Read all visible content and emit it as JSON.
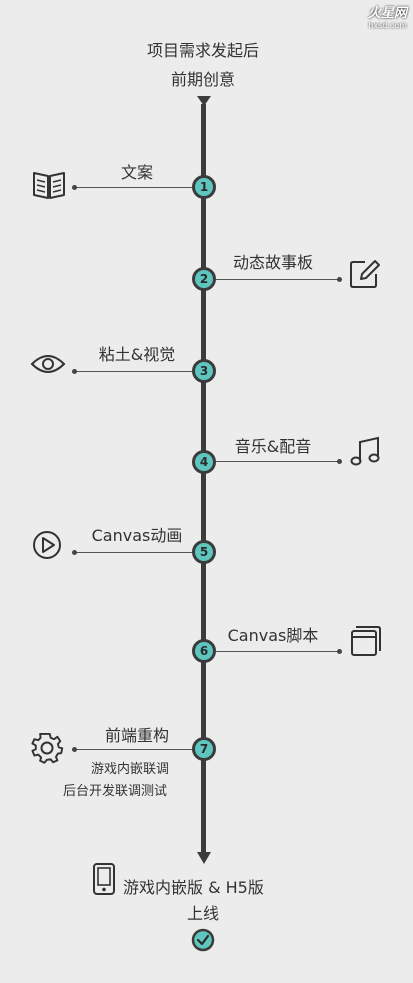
{
  "logo": {
    "text": "火星网",
    "sub": "hxsd.com"
  },
  "header": {
    "line1": "项目需求发起后",
    "line2": "前期创意"
  },
  "steps": [
    {
      "num": "1",
      "label": "文案",
      "icon": "book-icon"
    },
    {
      "num": "2",
      "label": "动态故事板",
      "icon": "edit-icon"
    },
    {
      "num": "3",
      "label": "粘土&视觉",
      "icon": "eye-icon"
    },
    {
      "num": "4",
      "label": "音乐&配音",
      "icon": "music-icon"
    },
    {
      "num": "5",
      "label": "Canvas动画",
      "icon": "play-icon"
    },
    {
      "num": "6",
      "label": "Canvas脚本",
      "icon": "window-icon"
    },
    {
      "num": "7",
      "label": "前端重构",
      "icon": "gear-icon",
      "sub1": "游戏内嵌联调",
      "sub2": "后台开发联调测试"
    }
  ],
  "final": {
    "line1": "游戏内嵌版 & H5版",
    "line2": "上线",
    "icon": "phone-icon",
    "done_icon": "check-icon"
  },
  "colors": {
    "node": "#5fc6bf",
    "line": "#3b3b3b",
    "background": "#ececec"
  }
}
